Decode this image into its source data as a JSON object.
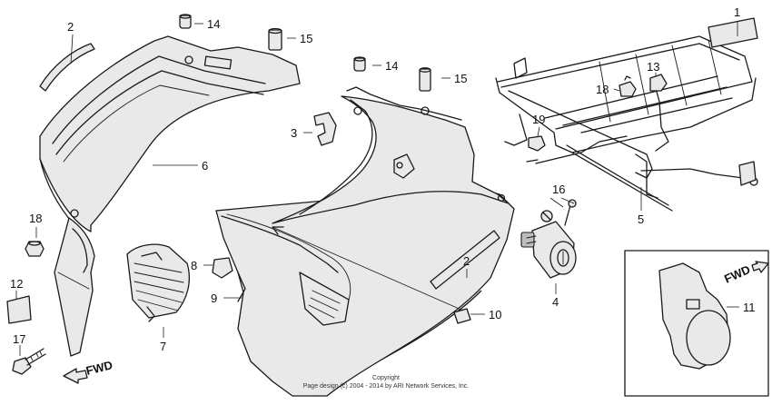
{
  "callouts": {
    "c1": "1",
    "c2a": "2",
    "c2b": "2",
    "c3": "3",
    "c4": "4",
    "c5": "5",
    "c6": "6",
    "c7": "7",
    "c8": "8",
    "c9": "9",
    "c10": "10",
    "c11": "11",
    "c12": "12",
    "c13": "13",
    "c14a": "14",
    "c14b": "14",
    "c15a": "15",
    "c15b": "15",
    "c16": "16",
    "c17": "17",
    "c18a": "18",
    "c18b": "18",
    "c19": "19"
  },
  "fwd_left": "FWD",
  "fwd_right": "FWD",
  "copyright_line1": "Copyright",
  "copyright_line2": "Page design (c) 2004 - 2014 by ARI Network Services, Inc."
}
